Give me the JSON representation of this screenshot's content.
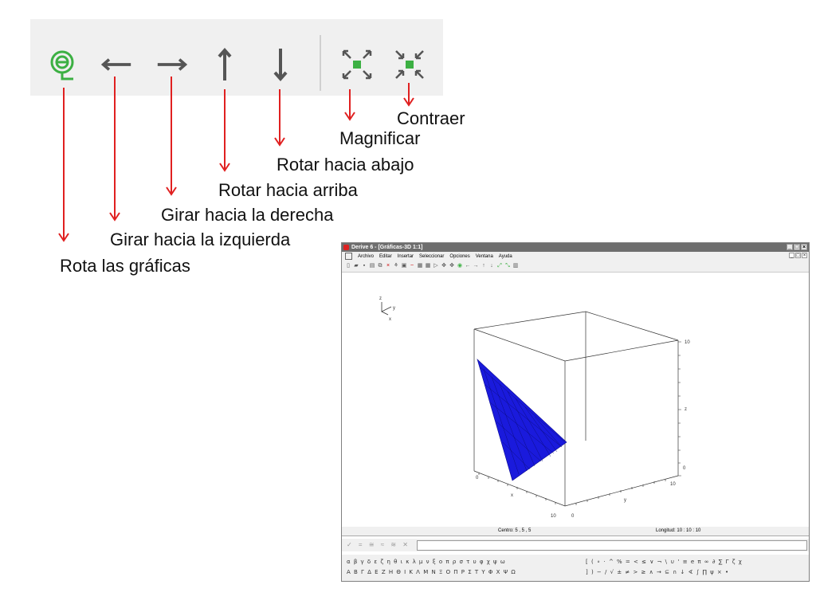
{
  "toolbar_icons": [
    {
      "name": "rotate-icon",
      "glyph": "@"
    },
    {
      "name": "arrow-left-icon",
      "glyph": "←"
    },
    {
      "name": "arrow-right-icon",
      "glyph": "→"
    },
    {
      "name": "arrow-up-icon",
      "glyph": "↑"
    },
    {
      "name": "arrow-down-icon",
      "glyph": "↓"
    },
    {
      "name": "magnify-icon",
      "glyph": "⤢"
    },
    {
      "name": "contract-icon",
      "glyph": "⤡"
    }
  ],
  "labels": {
    "rota": "Rota las gráficas",
    "izquierda": "Girar hacia la izquierda",
    "derecha": "Girar hacia la derecha",
    "arriba": "Rotar hacia arriba",
    "abajo": "Rotar hacia abajo",
    "magnificar": "Magnificar",
    "contraer": "Contraer"
  },
  "colors": {
    "arrow": "#e02020",
    "icon_green": "#3cb043",
    "surface": "#1a1adc"
  },
  "window": {
    "title": "Derive 6 - [Gráficas-3D 1:1]",
    "menu": [
      "Archivo",
      "Editar",
      "Insertar",
      "Seleccionar",
      "Opciones",
      "Ventana",
      "Ayuda"
    ],
    "axes": {
      "z_label": "z",
      "y_label": "y",
      "x_label": "x",
      "ticks": {
        "z10": "10",
        "z0": "0",
        "y10": "10",
        "x10": "10",
        "x0": "0",
        "y0": "0"
      }
    },
    "status": {
      "centro": "Centro: 5 , 5 , 5",
      "longitud": "Longitud: 10 : 10 : 10"
    },
    "symbols_row1": "α β γ δ ε ζ η θ ι κ λ μ ν ξ ο π ρ σ τ υ φ χ ψ ω",
    "symbols_row2": "Α Β Γ Δ Ε Ζ Η Θ Ι Κ Λ Μ Ν Ξ Ο Π Ρ Σ Τ Υ Φ Χ Ψ Ω",
    "ops_row1": "[ ( ∘ · ^ % = < ≤ ∨ ¬ \\ ∪ ' ≡ e π ∞ ∂ ∑ Γ ζ χ",
    "ops_row2": "] ) − / √ ± ≠ > ≥ ∧ → ⊆ ∩ ↓ ∢ ∫ ∏ ψ × •"
  }
}
